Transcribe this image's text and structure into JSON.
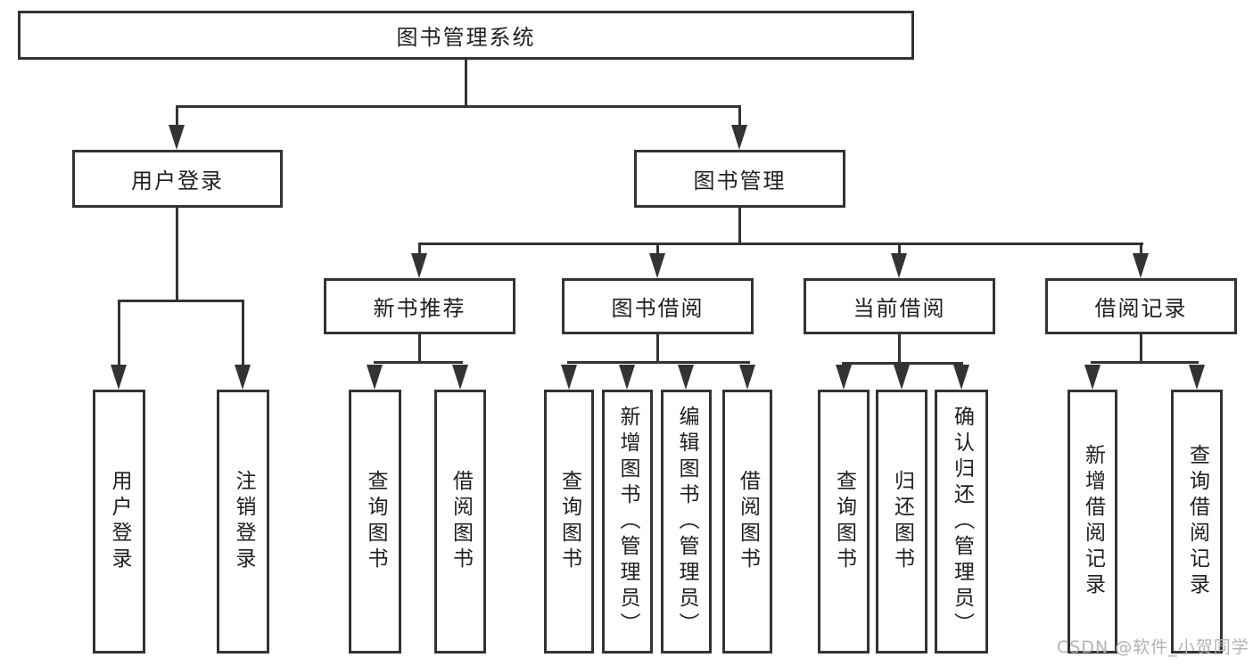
{
  "diagram": {
    "title": "图书管理系统",
    "tree": {
      "label": "图书管理系统",
      "children": [
        {
          "label": "用户登录",
          "children": [
            {
              "label": "用户登录"
            },
            {
              "label": "注销登录"
            }
          ]
        },
        {
          "label": "图书管理",
          "children": [
            {
              "label": "新书推荐",
              "children": [
                {
                  "label": "查询图书"
                },
                {
                  "label": "借阅图书"
                }
              ]
            },
            {
              "label": "图书借阅",
              "children": [
                {
                  "label": "查询图书"
                },
                {
                  "label": "新增图书（管理员）"
                },
                {
                  "label": "编辑图书（管理员）"
                },
                {
                  "label": "借阅图书"
                }
              ]
            },
            {
              "label": "当前借阅",
              "children": [
                {
                  "label": "查询图书"
                },
                {
                  "label": "归还图书"
                },
                {
                  "label": "确认归还（管理员）"
                }
              ]
            },
            {
              "label": "借阅记录",
              "children": [
                {
                  "label": "新增借阅记录"
                },
                {
                  "label": "查询借阅记录"
                }
              ]
            }
          ]
        }
      ]
    },
    "watermark": "CSDN @软件_小贺同学",
    "colors": {
      "line": "#333333",
      "box_border": "#333333",
      "box_fill": "#ffffff",
      "text": "#1f1f1f",
      "watermark": "#b3b3b3",
      "background": "#ffffff"
    }
  }
}
